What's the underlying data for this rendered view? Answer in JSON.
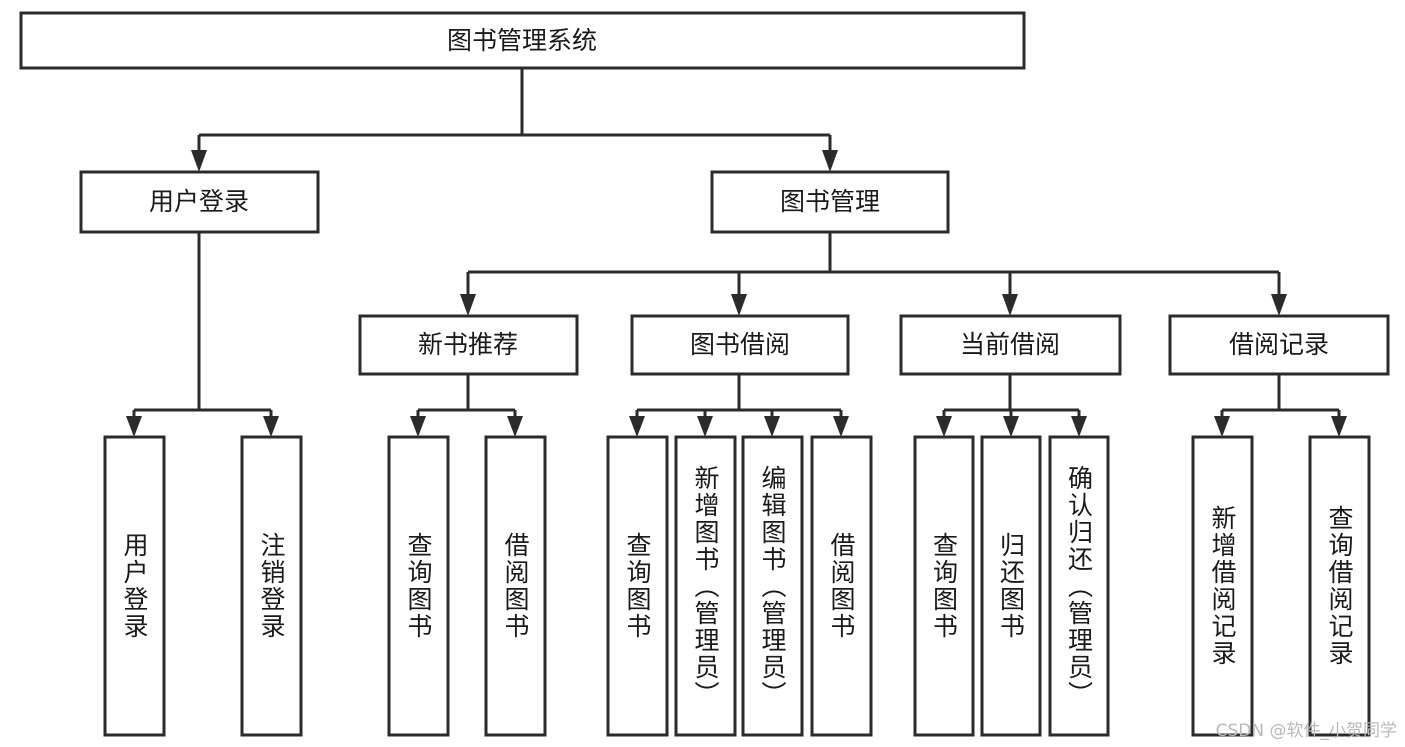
{
  "diagram": {
    "type": "tree",
    "title_node": "图书管理系统",
    "watermark": "CSDN @软件_小贺同学",
    "colors": {
      "stroke": "#2b2b2b",
      "fill": "#ffffff",
      "text": "#1a1a1a",
      "watermark": "#b9b9b9"
    },
    "nodes": {
      "root": "图书管理系统",
      "level2": [
        "用户登录",
        "图书管理"
      ],
      "level3": [
        "新书推荐",
        "图书借阅",
        "当前借阅",
        "借阅记录"
      ],
      "leaves_user_login": [
        "用户登录",
        "注销登录"
      ],
      "leaves_new_book": [
        "查询图书",
        "借阅图书"
      ],
      "leaves_borrow": [
        "查询图书",
        "新增图书（管理员）",
        "编辑图书（管理员）",
        "借阅图书"
      ],
      "leaves_current": [
        "查询图书",
        "归还图书",
        "确认归还（管理员）"
      ],
      "leaves_record": [
        "新增借阅记录",
        "查询借阅记录"
      ]
    }
  }
}
